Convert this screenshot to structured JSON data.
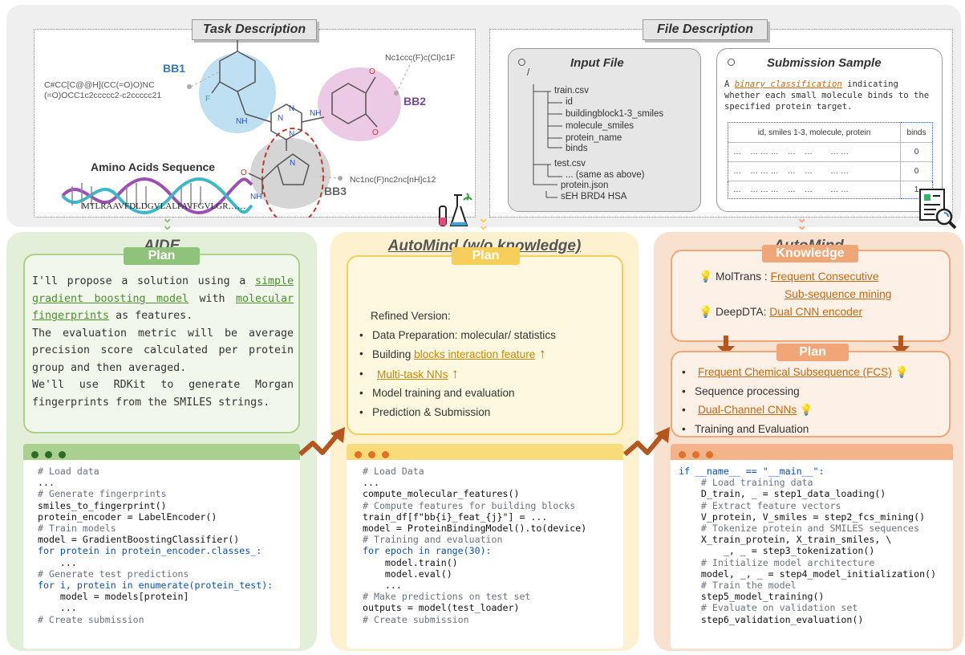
{
  "task": {
    "title": "Task Description",
    "bb1": "BB1",
    "bb2": "BB2",
    "bb3": "BB3",
    "smiles_bb1": "C#CC[C@@H](CC(=O)O)NC\n(=O)OCC1c2ccccc2-c2ccccc21",
    "smiles_bb2": "Nc1ccc(F)c(Cl)c1F",
    "smiles_bb3": "Nc1nc(F)nc2nc[nH]c12",
    "aa_title": "Amino Acids Sequence",
    "aa_seq": "MTLRAAVFDLDGVLALPAVFGVLGR……"
  },
  "file": {
    "title": "File Description",
    "input_title": "Input File",
    "tree": [
      "/",
      "train.csv",
      "id",
      "buildingblock1-3_smiles",
      "molecule_smiles",
      "protein_name",
      "binds",
      "test.csv",
      "... (same as above)",
      "protein.json",
      "sEH BRD4 HSA"
    ],
    "sub_title": "Submission Sample",
    "sub_desc_pre": "A ",
    "sub_desc_link": "binary classification",
    "sub_desc_post": " indicating whether each small molecule binds to the specified protein target.",
    "table_headers": [
      "id, smiles 1-3, molecule, protein",
      "binds"
    ],
    "table_rows": [
      [
        "…    … … …    …    …        … …",
        "0"
      ],
      [
        "…    … … …    …    …        … …",
        "0"
      ],
      [
        "…    … … …    …    …        … …",
        "1"
      ]
    ]
  },
  "aide": {
    "title": "AIDE",
    "plan_label": "Plan",
    "p1a": "I'll propose a solution using a ",
    "p1b": "simple gradient boosting model",
    "p1c": " with ",
    "p1d": "molecular fingerprints",
    "p1e": " as features.",
    "p2": "The evaluation metric will be average precision score calculated per protein group and then averaged.",
    "p3": "We'll use RDKit to generate Morgan fingerprints from the SMILES strings."
  },
  "automind_wo": {
    "title": "AutoMind (w/o knowledge)",
    "plan_label": "Plan",
    "refined": "Refined Version:",
    "items": [
      "Data Preparation: molecular/ statistics",
      "Building ",
      "blocks interaction feature",
      "Multi-task NNs",
      "Model training and evaluation",
      "Prediction & Submission"
    ]
  },
  "automind": {
    "title": "AutoMind",
    "knowledge_label": "Knowledge",
    "k1a": "MolTrans : ",
    "k1b": "Frequent Consecutive",
    "k1c": "Sub-sequence mining",
    "k2a": "DeepDTA: ",
    "k2b": "Dual CNN encoder",
    "plan_label": "Plan",
    "items": [
      "Frequent Chemical Subsequence (FCS)",
      "Sequence processing",
      "Dual-Channel CNNs",
      "Training and Evaluation"
    ]
  },
  "code": {
    "aide": [
      "# Load data",
      "...",
      "# Generate fingerprints",
      "smiles_to_fingerprint()",
      "protein_encoder = LabelEncoder()",
      "# Train models",
      "model = GradientBoostingClassifier()",
      "for protein in protein_encoder.classes_:",
      "    ...",
      "# Generate test predictions",
      "for i, protein in enumerate(protein_test):",
      "    model = models[protein]",
      "    ...",
      "# Create submission"
    ],
    "wo": [
      "# Load Data",
      "...",
      "compute_molecular_features()",
      "# Compute features for building blocks",
      "train_df[f\"bb{i}_feat_{j}\"] = ...",
      "model = ProteinBindingModel().to(device)",
      "# Training and evaluation",
      "for epoch in range(30):",
      "    model.train()",
      "    model.eval()",
      "    ...",
      "# Make predictions on test set",
      "outputs = model(test_loader)",
      "# Create submission"
    ],
    "am": [
      "if __name__ == \"__main__\":",
      "    # Load training data",
      "    D_train, _ = step1_data_loading()",
      "    # Extract feature vectors",
      "    V_protein, V_smiles = step2_fcs_mining()",
      "    # Tokenize protein and SMILES sequences",
      "    X_train_protein, X_train_smiles, \\",
      "        _, _ = step3_tokenization()",
      "    # Initialize model architecture",
      "    model, _, _ = step4_model_initialization()",
      "    # Train the model",
      "    step5_model_training()",
      "    # Evaluate on validation set",
      "    step6_validation_evaluation()"
    ]
  },
  "colors": {
    "green": "#8fc27a",
    "yellow": "#f5cf5a",
    "orange": "#f0a777",
    "link_green": "#4b8f2c",
    "link_orange": "#c36a10"
  }
}
